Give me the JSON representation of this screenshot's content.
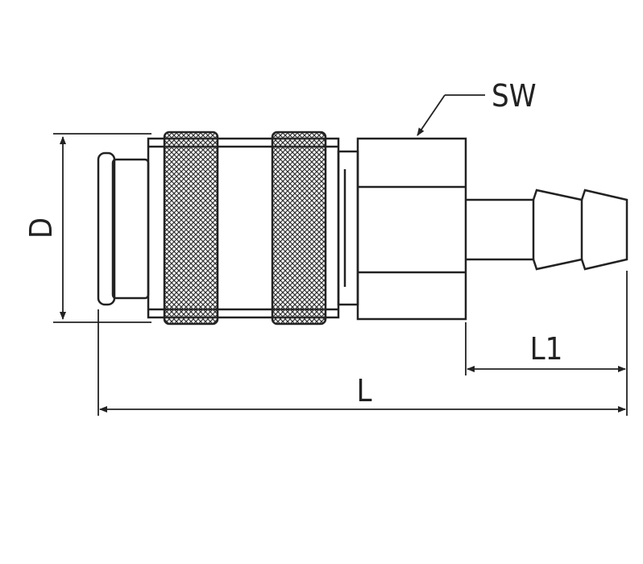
{
  "labels": {
    "wrench_size": "SW",
    "diameter": "D",
    "overall_length": "L",
    "hose_tail_length": "L1"
  },
  "colors": {
    "line": "#222222",
    "background": "#ffffff"
  }
}
